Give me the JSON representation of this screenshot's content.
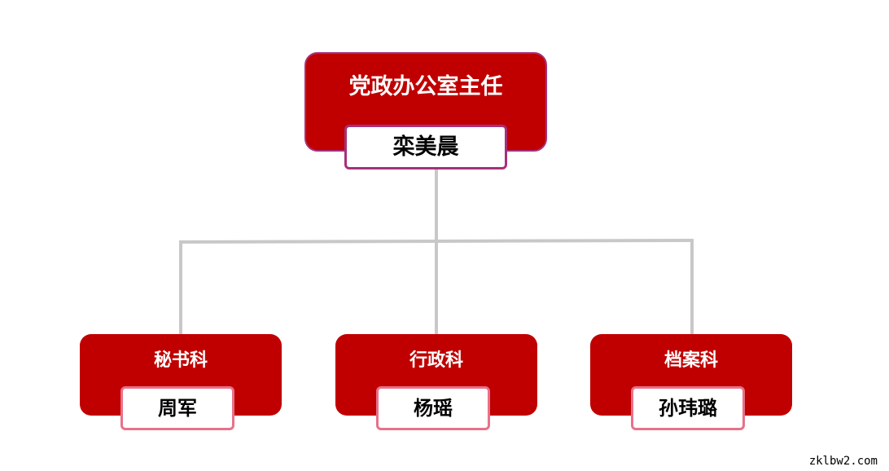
{
  "org_chart": {
    "root": {
      "title": "党政办公室主任",
      "person": "栾美晨"
    },
    "departments": [
      {
        "title": "秘书科",
        "person": "周军"
      },
      {
        "title": "行政科",
        "person": "杨瑶"
      },
      {
        "title": "档案科",
        "person": "孙玮璐"
      }
    ]
  },
  "colors": {
    "box_fill": "#c00000",
    "root_border": "#a6307a",
    "sub_name_border": "#e8718a",
    "connector": "#c8c8c8"
  },
  "watermark": "zklbw2.com"
}
